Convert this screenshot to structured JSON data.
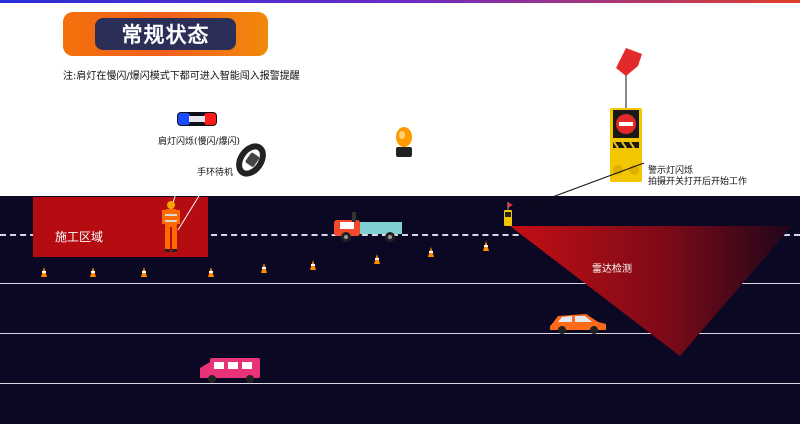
{
  "header": {
    "title": "常规状态",
    "note": "注:肩灯在慢闪/爆闪模式下都可进入智能闯入报警提醒"
  },
  "labels": {
    "shoulder_light": "肩灯闪烁(慢闪/爆闪)",
    "wristband": "手环待机",
    "construction_zone": "施工区域",
    "warning_light_line1": "警示灯闪烁",
    "warning_light_line2": "拍摄开关打开后开始工作",
    "radar": "雷达检测"
  },
  "colors": {
    "road": "#0b0824",
    "zone": "#b50c12",
    "title_bg": "#2b2f57",
    "title_frame": "#f5700c",
    "accent_orange": "#ff7a00"
  }
}
